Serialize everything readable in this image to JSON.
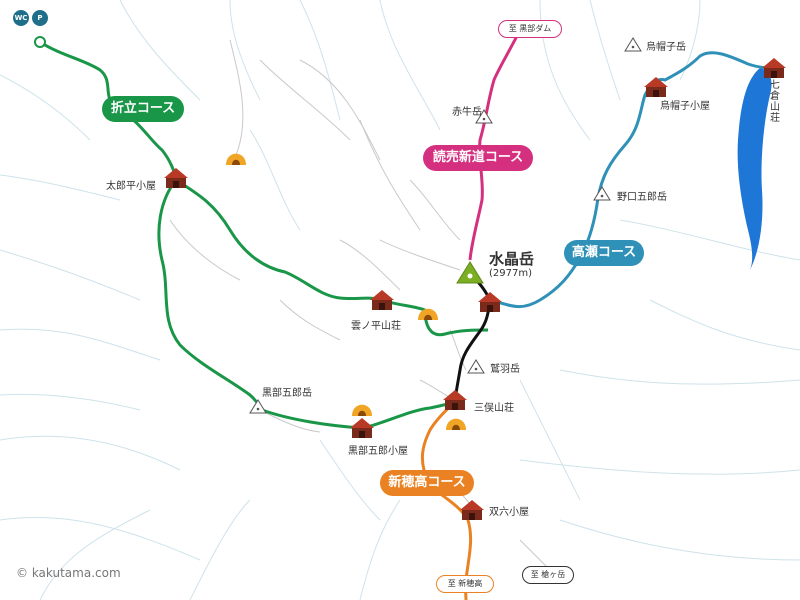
{
  "legend": {
    "wc": "WC",
    "parking": "P"
  },
  "peak": {
    "name": "水晶岳",
    "elevation": "(2977m)"
  },
  "courses": {
    "orikate": "折立コース",
    "yomiuri": "読売新道コース",
    "takase": "高瀬コース",
    "shinhotaka": "新穂高コース"
  },
  "destinations": {
    "kurobe_dam": "至 黒部ダム",
    "shinhotaka": "至 新穂高",
    "yarigatake": "至 槍ヶ岳"
  },
  "huts": {
    "taroudaira": "太郎平小屋",
    "kumonodaira": "雲ノ平山荘",
    "kurobegoro": "黒部五郎小屋",
    "mimata": "三俣山荘",
    "sugoroku": "双六小屋",
    "eboshi": "烏帽子小屋",
    "nanakura": "七倉山荘"
  },
  "peaks": {
    "akaushi": "赤牛岳",
    "eboshi": "烏帽子岳",
    "noguchigoro": "野口五郎岳",
    "washiba": "鷲羽岳",
    "kurobegoro": "黒部五郎岳"
  },
  "credit": "© kakutama.com",
  "colors": {
    "orikate": "#1a9648",
    "yomiuri": "#d4307f",
    "takase": "#2f91b7",
    "shinhotaka": "#ea8224",
    "summit_link": "#111111",
    "lake": "#1e76d6",
    "hut_roof": "#b83a26",
    "campsite": "#f0a526",
    "river": "#cfe2ea",
    "ridge": "#c9c9c9",
    "peak_marker": "#7cae24"
  }
}
